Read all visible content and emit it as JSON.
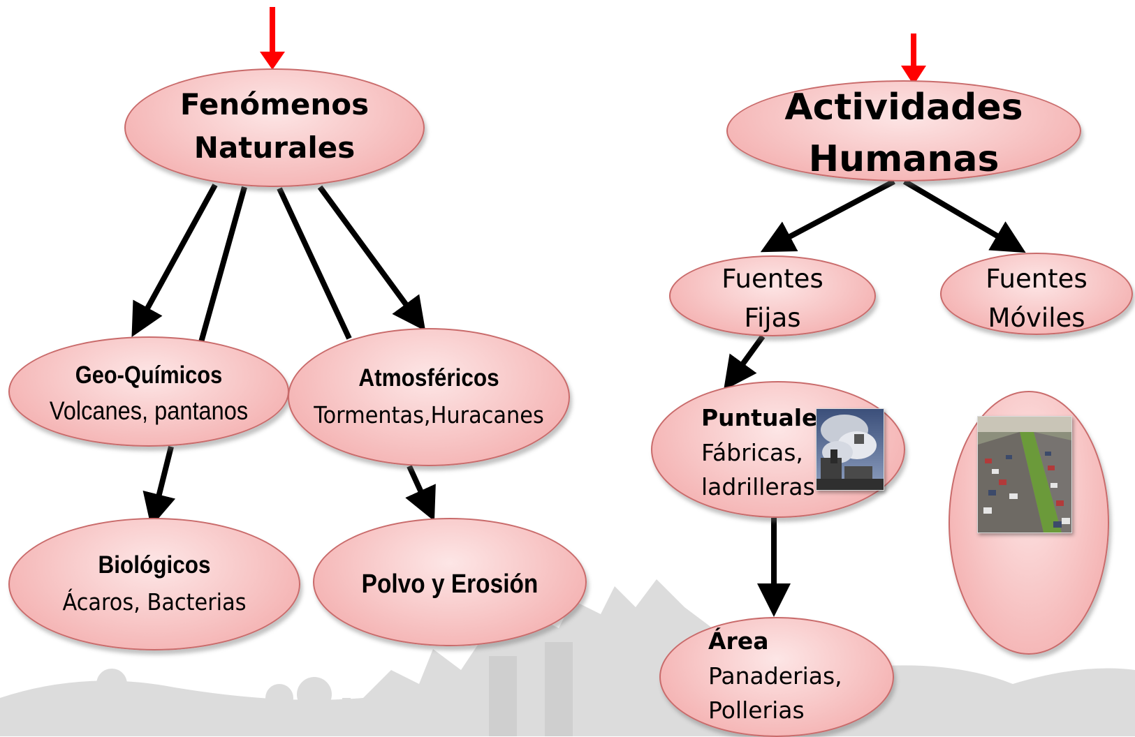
{
  "nodes": {
    "fenomenos": {
      "line1": "Fenómenos",
      "line2": "Naturales"
    },
    "geoquimicos": {
      "title": "Geo-Químicos",
      "desc": "Volcanes, pantanos"
    },
    "atmosfericos": {
      "title": "Atmosféricos",
      "desc": "Tormentas,Huracanes"
    },
    "biologicos": {
      "title": "Biológicos",
      "desc": "Ácaros, Bacterias"
    },
    "polvo": {
      "title": "Polvo y Erosión"
    },
    "actividades": {
      "line1": "Actividades",
      "line2": "Humanas"
    },
    "fijas": {
      "line1": "Fuentes",
      "line2": "Fijas"
    },
    "moviles": {
      "line1": "Fuentes",
      "line2": "Móviles"
    },
    "puntuales": {
      "title": "Puntuales",
      "line1": "Fábricas,",
      "line2": "ladrilleras"
    },
    "area": {
      "title": "Área",
      "line1": "Panaderias,",
      "line2": "Pollerias"
    }
  },
  "colors": {
    "node_fill": "#f8c9c9",
    "node_border": "#c96b6b",
    "arrow": "#000000",
    "entry_arrow": "#ff0000",
    "background_silhouette": "#d9d9d9"
  },
  "images": {
    "factory": "factory-smoke-photo",
    "traffic": "traffic-jam-photo"
  }
}
